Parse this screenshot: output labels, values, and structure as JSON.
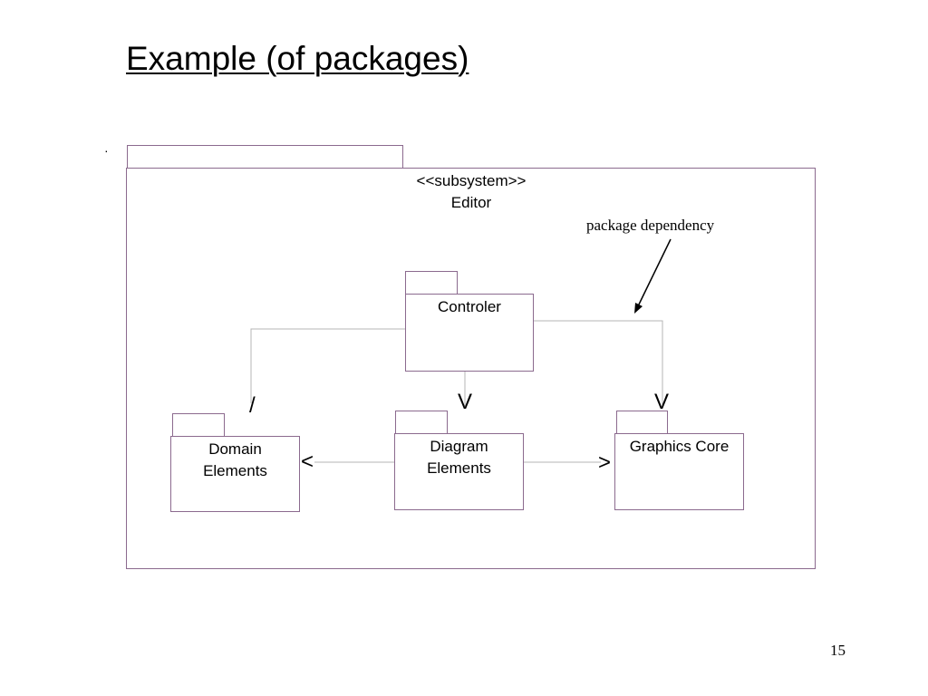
{
  "slide": {
    "title": "Example (of packages)",
    "marker": "·",
    "page_number": "15"
  },
  "subsystem": {
    "stereotype": "<<subsystem>>",
    "name": "Editor"
  },
  "packages": {
    "controler": "Controler",
    "domain_line1": "Domain",
    "domain_line2": "Elements",
    "diagram_line1": "Diagram",
    "diagram_line2": "Elements",
    "graphics": "Graphics Core"
  },
  "annotation": {
    "text": "package dependency"
  },
  "glyphs": {
    "slash": "/",
    "v": "V",
    "lt": "<",
    "gt": ">"
  },
  "colors": {
    "package_border": "#8b6a8e",
    "connector": "#b4b4b4"
  }
}
